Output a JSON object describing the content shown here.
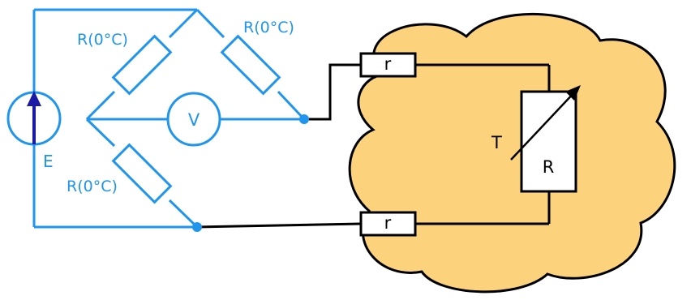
{
  "labels": {
    "bridge_r_top_left": "R(0°C)",
    "bridge_r_top_right": "R(0°C)",
    "bridge_r_bottom_left": "R(0°C)",
    "voltmeter": "V",
    "source": "E",
    "lead_r_top": "r",
    "lead_r_bottom": "r",
    "temperature": "T",
    "sensor_r": "R"
  },
  "colors": {
    "bridge": "#1f95ee",
    "arrow": "#1a1aa6",
    "wire": "#000000",
    "cloud_fill": "#fcd27c",
    "box_fill": "#ffffff"
  }
}
